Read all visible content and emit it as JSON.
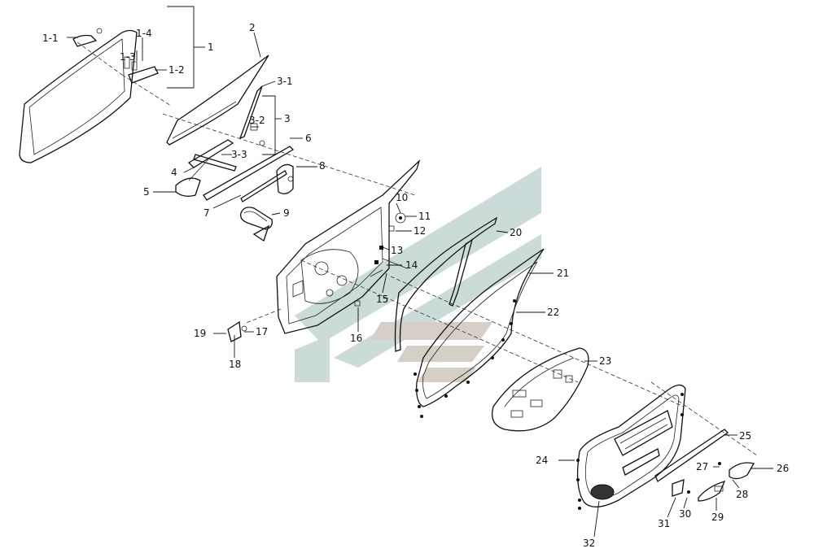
{
  "diagram": {
    "labels": {
      "l1": "1",
      "l1_1": "1-1",
      "l1_2": "1-2",
      "l1_3": "1-3",
      "l1_4": "1-4",
      "l2": "2",
      "l3": "3",
      "l3_1": "3-1",
      "l3_2": "3-2",
      "l3_3": "3-3",
      "l4": "4",
      "l5": "5",
      "l6": "6",
      "l7": "7",
      "l8": "8",
      "l9": "9",
      "l10": "10",
      "l11": "11",
      "l12": "12",
      "l13": "13",
      "l14": "14",
      "l15": "15",
      "l16": "16",
      "l17": "17",
      "l18": "18",
      "l19": "19",
      "l20": "20",
      "l21": "21",
      "l22": "22",
      "l23": "23",
      "l24": "24",
      "l25": "25",
      "l26": "26",
      "l27": "27",
      "l28": "28",
      "l29": "29",
      "l30": "30",
      "l31": "31",
      "l32": "32"
    },
    "colors": {
      "watermark_green": "#b9cfcc",
      "watermark_tan": "#c9bfb6",
      "line": "#111111"
    },
    "watermark": "brand-logo"
  }
}
